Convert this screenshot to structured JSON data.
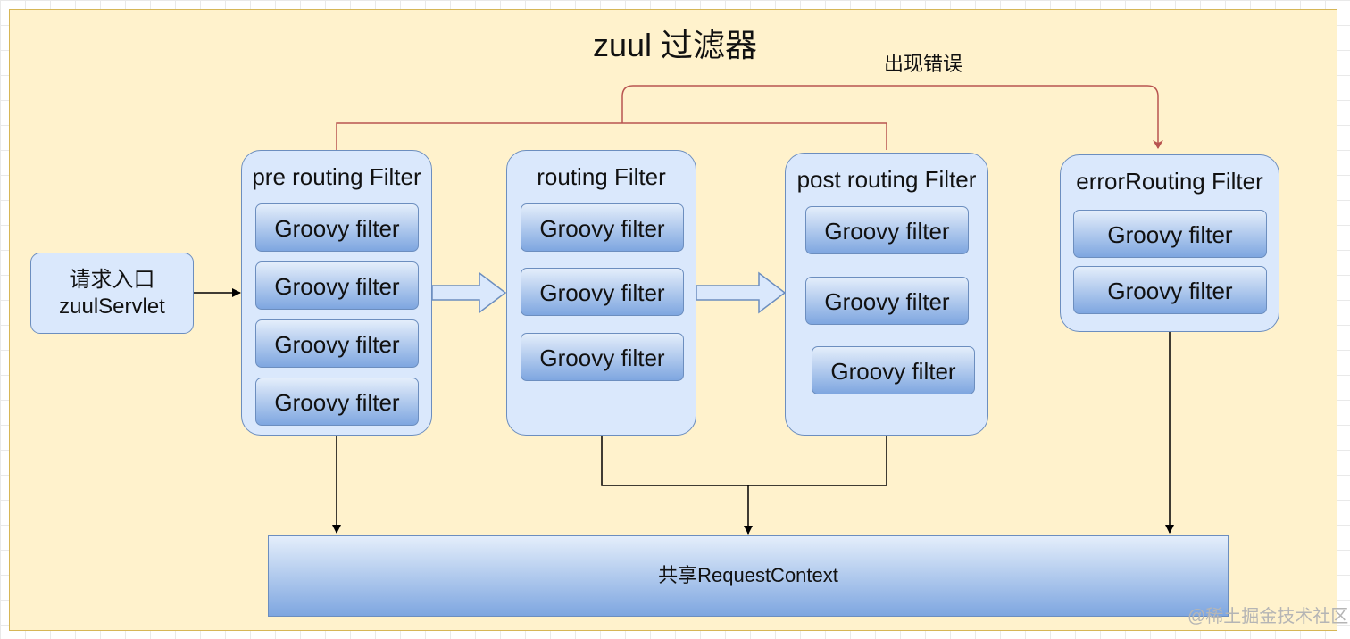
{
  "title": "zuul 过滤器",
  "error_label": "出现错误",
  "entry": {
    "line1": "请求入口",
    "line2": "zuulServlet"
  },
  "groups": [
    {
      "label": "pre routing Filter",
      "filters": [
        "Groovy filter",
        "Groovy filter",
        "Groovy filter",
        "Groovy filter"
      ]
    },
    {
      "label": "routing Filter",
      "filters": [
        "Groovy filter",
        "Groovy filter",
        "Groovy filter"
      ]
    },
    {
      "label": "post routing Filter",
      "filters": [
        "Groovy filter",
        "Groovy filter",
        "Groovy filter"
      ]
    },
    {
      "label": "errorRouting Filter",
      "filters": [
        "Groovy filter",
        "Groovy filter"
      ]
    }
  ],
  "context": "共享RequestContext",
  "watermark": "@稀土掘金技术社区",
  "colors": {
    "background": "#fff2cc",
    "node_fill": "#dae8fc",
    "node_border": "#6c8ebf",
    "error_edge": "#b85450"
  }
}
